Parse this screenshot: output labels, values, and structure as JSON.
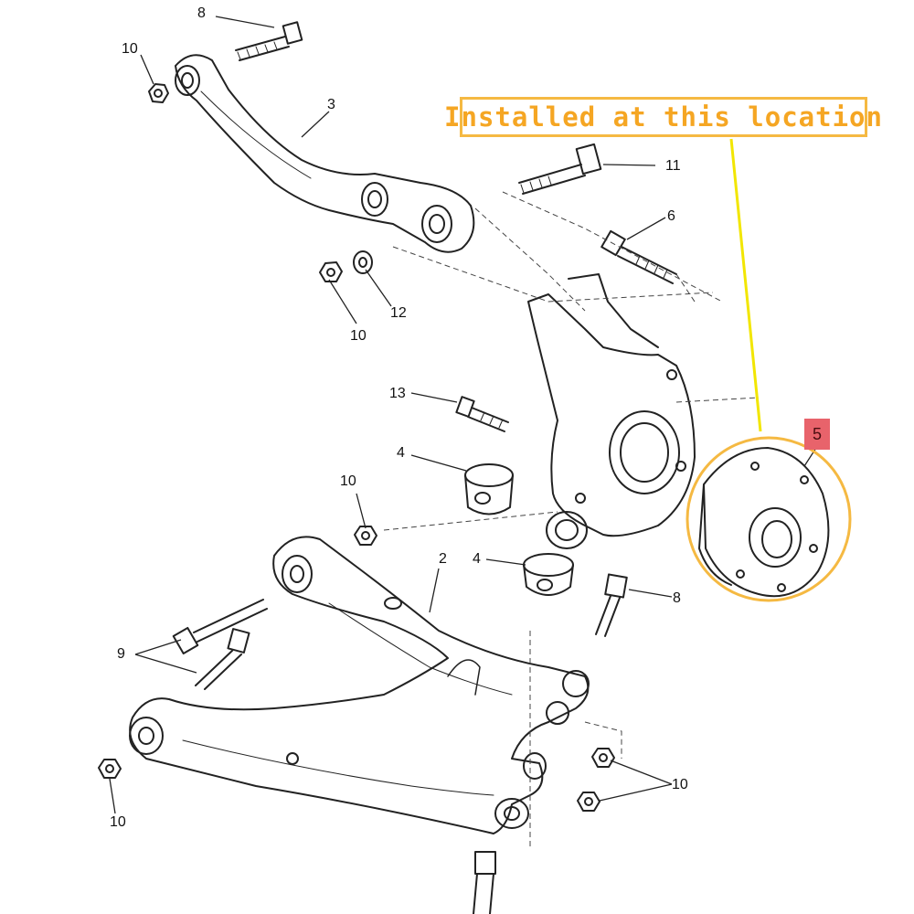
{
  "callout": {
    "text": "Installed at this location"
  },
  "highlight": {
    "part_number": "5"
  },
  "labels": {
    "l8_top": "8",
    "l10_a": "10",
    "l3": "3",
    "l11": "11",
    "l6": "6",
    "l10_b": "10",
    "l12": "12",
    "l13": "13",
    "l4_a": "4",
    "l10_c": "10",
    "l2": "2",
    "l4_b": "4",
    "l8_b": "8",
    "l9": "9",
    "l10_d": "10",
    "l10_e": "10"
  },
  "colors": {
    "callout": "#f5b942",
    "leader": "#f2e600",
    "badge": "#e8636b",
    "ink": "#222222"
  }
}
